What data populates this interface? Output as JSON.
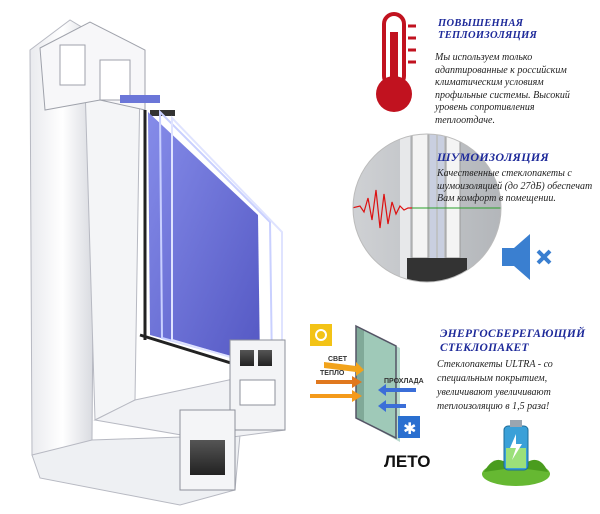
{
  "features": {
    "thermal": {
      "title_line1": "ПОВЫШЕННАЯ",
      "title_line2": "ТЕПЛОИЗОЛЯЦИЯ",
      "text": "Мы используем только адаптированные к российским климатическим условиям профильные системы. Высокий уровень сопротивления теплоотдаче.",
      "icon": "thermometer-icon"
    },
    "noise": {
      "title": "ШУМОИЗОЛЯЦИЯ",
      "text": "Качественные стеклопакеты с шумоизоляцией (до 27дБ) обеспечат Вам комфорт в помещении.",
      "icon": "speaker-muted-icon"
    },
    "energy": {
      "title_line1": "ЭНЕРГОСБЕРЕГАЮЩИЙ",
      "title_line2": "СТЕКЛОПАКЕТ",
      "text": "Стеклопакеты ULTRA - со специальным покрытием, увеличивают увеличивают теплоизоляцию в 1,5 раза!",
      "icon": "battery-leaves-icon"
    }
  },
  "diagram": {
    "arrow_light": "СВЕТ",
    "arrow_heat": "ТЕПЛО",
    "arrow_cold": "ПРОХЛАДА",
    "season": "ЛЕТО",
    "icons": [
      "sun-icon",
      "snowflake-icon"
    ]
  },
  "colors": {
    "title_blue": "#1e2a9a",
    "thermo_red": "#c1121f",
    "speaker_blue": "#3a7fd0",
    "glass_blue": "#5a5fd6"
  }
}
